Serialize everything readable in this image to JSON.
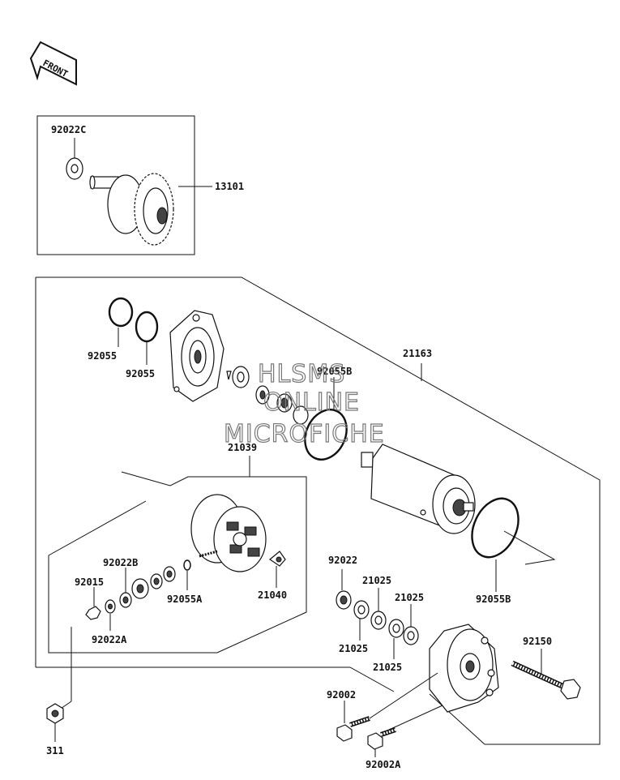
{
  "front_badge": "FRONT",
  "watermark": [
    "HLSMS",
    "ONLINE",
    "MICROFICHE"
  ],
  "labels": {
    "p92022C": "92022C",
    "p13101": "13101",
    "p92055_a": "92055",
    "p92055_b": "92055",
    "p21163": "21163",
    "p92055B_top": "92055B",
    "p21039": "21039",
    "p92022B": "92022B",
    "p92015": "92015",
    "p92055A": "92055A",
    "p21040": "21040",
    "p92022A": "92022A",
    "p92022": "92022",
    "p21025_a": "21025",
    "p21025_b": "21025",
    "p21025_c": "21025",
    "p21025_d": "21025",
    "p92055B_bottom": "92055B",
    "p92150": "92150",
    "p92002": "92002",
    "p92002A": "92002A",
    "p311": "311"
  },
  "colors": {
    "line": "#111111",
    "watermark": "#777777"
  }
}
